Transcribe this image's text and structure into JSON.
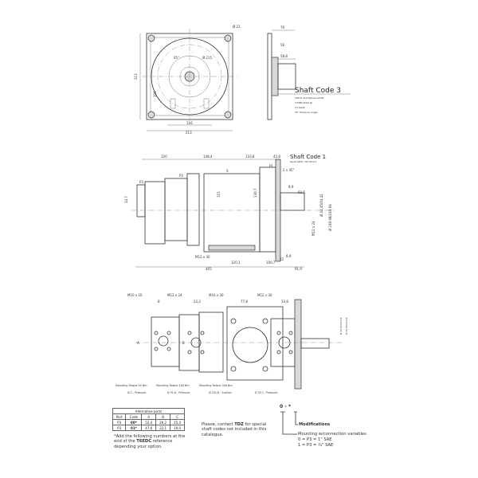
{
  "top_view": {
    "dims": [
      "Ø 22",
      "213",
      "106",
      "116",
      "213",
      "45°",
      "Ø 215"
    ]
  },
  "shaft_code_3": {
    "title": "Shaft Code 3",
    "lines": [
      "SAE D 4x4 Splined shaft",
      "13/8th 8/16 dp",
      "13 Teeth",
      "30° Pressure angle"
    ],
    "dims": [
      "76",
      "56",
      "58,8"
    ]
  },
  "shaft_code_1": {
    "title": "Shaft Code 1",
    "subtitle": "Keyed G45N - ISO 3019-2"
  },
  "side_view": {
    "dims": [
      "120",
      "148,4",
      "133,8",
      "42,8",
      "2 x 45°",
      "34,7",
      "P3",
      "P2",
      "P1",
      "S",
      "115",
      "130,7",
      "8,9",
      "63,5",
      "Ø 249,98/249,94",
      "Ø 44,45/44,42",
      "M12 x 24",
      "M12 x 30",
      "120,1",
      "100,7",
      "22",
      "8,9",
      "465",
      "91,9"
    ]
  },
  "front_view": {
    "dims": [
      "M10 x 16",
      "M12 x 24",
      "M16 x 30",
      "M12 x 30",
      "8",
      "22,2",
      "77,8",
      "33,8",
      "A",
      "B",
      "Ø 44,45/44,42",
      "Ø 44,45/44,42"
    ],
    "callouts": [
      "Mounting Torque 54 Nm",
      "Mounting Torque 100 Nm",
      "Mounting Torque 300 Nm",
      "Ø C - Pressure",
      "Ø 31,8 - Pressure",
      "Ø 101,6 - Suction",
      "Ø 35,1 - Pressure"
    ]
  },
  "alt_ports": {
    "title": "Alternative ports",
    "headers": [
      "Port",
      "Code",
      "A",
      "B",
      "C"
    ],
    "rows": [
      [
        "P3",
        "00*",
        "52,4",
        "26,2",
        "25,4"
      ],
      [
        "P3",
        "01*",
        "47,6",
        "22,1",
        "19,0"
      ]
    ],
    "note_pre": "*Add the following numbers at the end of the ",
    "note_bold": "T6EDC",
    "note_post": " reference depending your option."
  },
  "contact": {
    "pre": "Please, contact ",
    "bold": "TDZ",
    "post": " for special shaft codes not included in this catalogue."
  },
  "code_legend": {
    "code": "0 - *",
    "modifications": "Modifications",
    "mounting": "Mounting w/connection variables",
    "opt0": "0 = P3 = 1\" SAE",
    "opt1": "1 = P3 = ¾\" SAE"
  }
}
